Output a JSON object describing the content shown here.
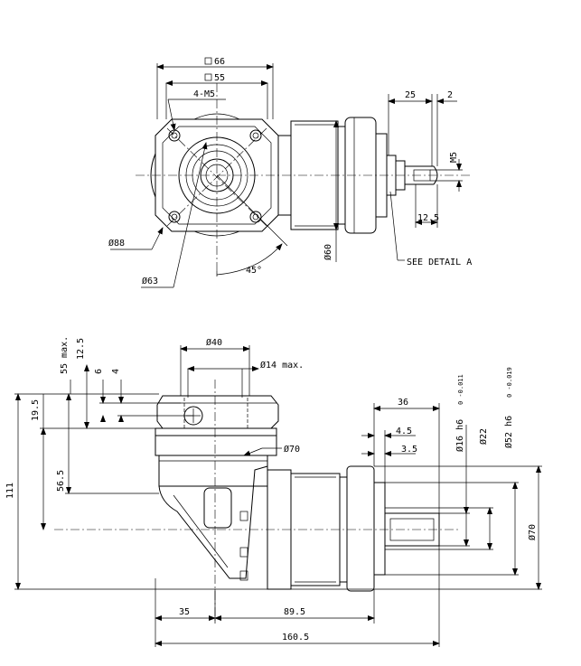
{
  "top_view": {
    "dim_66": "66",
    "dim_55": "55",
    "dim_4m5": "4-M5",
    "dim_88": "Ø88",
    "dim_63": "Ø63",
    "dim_45": "45°",
    "dim_60": "Ø60",
    "dim_25": "25",
    "dim_2": "2",
    "dim_m5": "M5",
    "dim_125": "12.5",
    "see_detail": "SEE DETAIL A"
  },
  "side_view": {
    "dim_55max": "55 max.",
    "dim_125": "12.5",
    "dim_6": "6",
    "dim_4": "4",
    "dim_195": "19.5",
    "dim_565": "56.5",
    "dim_111": "111",
    "dim_40": "Ø40",
    "dim_14max": "Ø14 max.",
    "dim_70_flange": "Ø70",
    "dim_36": "36",
    "dim_45": "4.5",
    "dim_35_right": "3.5",
    "dim_16h6": "Ø16 h6",
    "tol_16": "0 -0.011",
    "dim_22": "Ø22",
    "dim_52h6": "Ø52 h6",
    "tol_52": "0 -0.019",
    "dim_70_right": "Ø70",
    "dim_35": "35",
    "dim_895": "89.5",
    "dim_1605": "160.5"
  }
}
